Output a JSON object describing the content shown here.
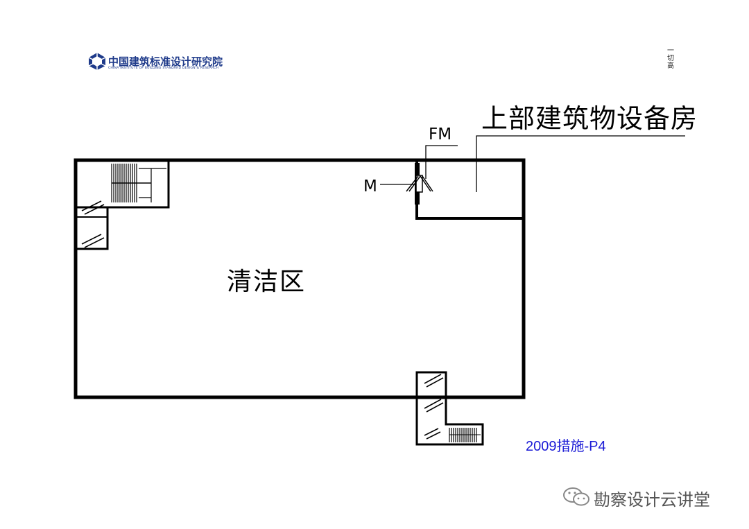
{
  "header": {
    "logo_cn": "中国建筑标准设计研究院",
    "logo_en": "CHINA INSTITUTE OF BUILDING STANDARD DESIGN & RESEARCH",
    "corner_chars": [
      "一",
      "切",
      "高"
    ]
  },
  "labels": {
    "upper_equipment_room": "上部建筑物设备房",
    "fm": "FM",
    "m": "M",
    "clean_zone": "清洁区"
  },
  "reference": "2009措施-P4",
  "watermark": "勘察设计云讲堂",
  "colors": {
    "logo": "#1e3a8a",
    "reference": "#1a1ad6",
    "line": "#000000"
  }
}
